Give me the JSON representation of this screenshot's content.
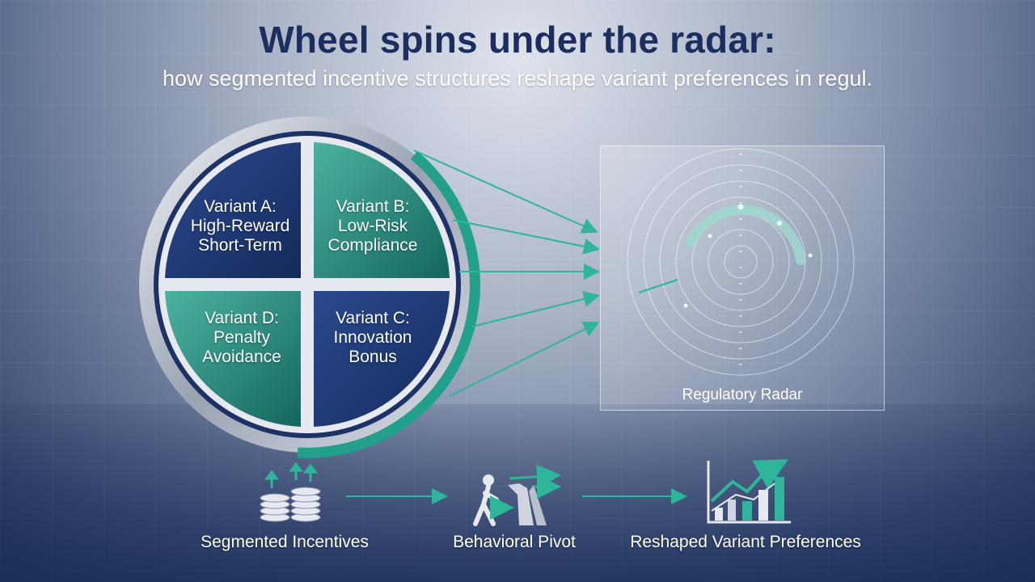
{
  "title": "Wheel spins under the radar:",
  "subtitle": "how segmented incentive structures reshape variant preferences in regul.",
  "wheel": {
    "quadrants": [
      {
        "id": "A",
        "line1": "Variant A:",
        "line2": "High-Reward",
        "line3": "Short-Term",
        "color": "#1f3a78"
      },
      {
        "id": "B",
        "line1": "Variant B:",
        "line2": "Low-Risk",
        "line3": "Compliance",
        "color": "#1d7a70"
      },
      {
        "id": "D",
        "line1": "Variant D:",
        "line2": "Penalty",
        "line3": "Avoidance",
        "color": "#1d7a70"
      },
      {
        "id": "C",
        "line1": "Variant C:",
        "line2": "Innovation",
        "line3": "Bonus",
        "color": "#1f3a78"
      }
    ]
  },
  "radar": {
    "label": "Regulatory Radar"
  },
  "flow": {
    "steps": [
      {
        "label": "Segmented Incentives",
        "icon": "coin-stacks-icon"
      },
      {
        "label": "Behavioral Pivot",
        "icon": "person-pivot-icon"
      },
      {
        "label": "Reshaped Variant Preferences",
        "icon": "rising-chart-icon"
      }
    ]
  },
  "colors": {
    "navy": "#1f3a78",
    "teal": "#1d7a70",
    "accent": "#2fb59a",
    "title": "#1b2e5e"
  }
}
